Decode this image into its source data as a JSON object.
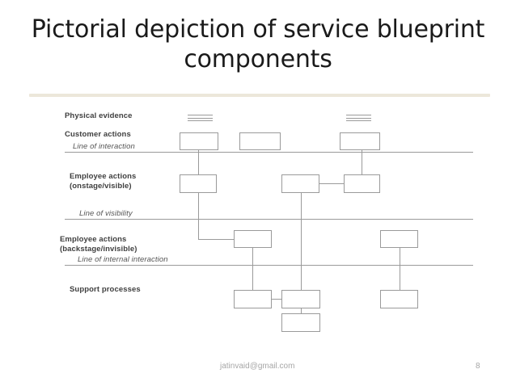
{
  "slide": {
    "title": "Pictorial depiction of service blueprint components",
    "footer_email": "jatinvaid@gmail.com",
    "page_number": "8",
    "divider_color": "#ece7da",
    "line_color": "#9a9a9a",
    "text_color": "#3f3f3f"
  },
  "diagram": {
    "swimlanes": [
      {
        "label": "Physical evidence"
      },
      {
        "label": "Customer actions"
      },
      {
        "label": "Employee actions\n(onstage/visible)"
      },
      {
        "label": "Employee actions\n(backstage/invisible)"
      },
      {
        "label": "Support processes"
      }
    ],
    "separator_lines": [
      {
        "label": "Line of interaction"
      },
      {
        "label": "Line of visibility"
      },
      {
        "label": "Line of internal interaction"
      }
    ],
    "evidence_marks": 2,
    "nodes": {
      "customer": 3,
      "onstage": 3,
      "backstage": 2,
      "support": 4
    }
  }
}
